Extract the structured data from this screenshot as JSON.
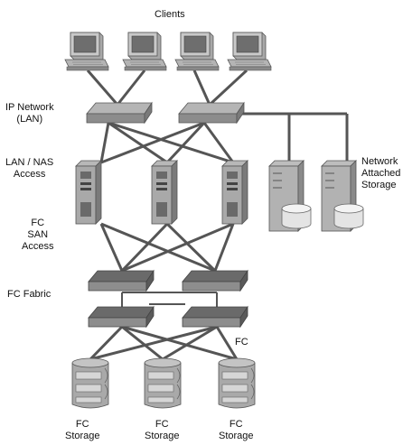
{
  "labels": {
    "clients": "Clients",
    "ip_network": [
      "IP Network",
      "(LAN)"
    ],
    "lan_nas_access": [
      "LAN / NAS",
      "Access"
    ],
    "fc_san_access": [
      "FC",
      "SAN",
      "Access"
    ],
    "fc_fabric": "FC Fabric",
    "nas": [
      "Network",
      "Attached",
      "Storage"
    ],
    "fc_link": "FC",
    "fc_storage": [
      [
        "FC",
        "Storage"
      ],
      [
        "FC",
        "Storage"
      ],
      [
        "FC",
        "Storage"
      ]
    ]
  },
  "colors": {
    "line": "#555555",
    "device_light": "#cfcfcf",
    "device_mid": "#a8a8a8",
    "device_dark": "#6e6e6e",
    "switch_top": "#9a9a9a",
    "fabric_top": "#6a6a6a"
  },
  "devices": {
    "client_count": 4,
    "lan_switch_count": 2,
    "server_count": 3,
    "nas_count": 2,
    "fabric_switch_count": 4,
    "fc_storage_count": 3
  }
}
